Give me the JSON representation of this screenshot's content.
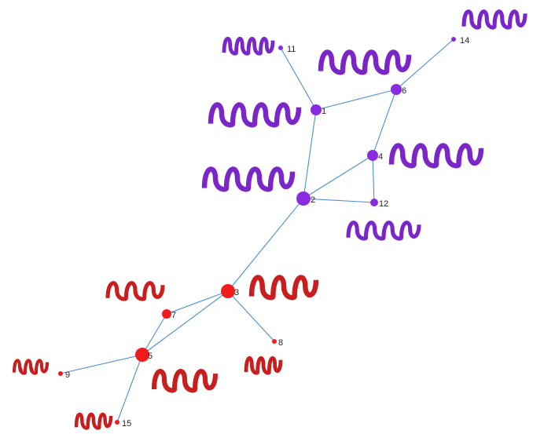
{
  "colors": {
    "edge": "#4a8fd0",
    "purple_node": "#8a2be2",
    "purple_wave": "#7a26c8",
    "red_node": "#ee1c1c",
    "red_wave": "#c81e1e",
    "label": "#222222"
  },
  "nodes": [
    {
      "id": "1",
      "label": "1",
      "group": "purple"
    },
    {
      "id": "2",
      "label": "2",
      "group": "purple"
    },
    {
      "id": "3",
      "label": "3",
      "group": "red"
    },
    {
      "id": "4",
      "label": "4",
      "group": "purple"
    },
    {
      "id": "5",
      "label": "5",
      "group": "red"
    },
    {
      "id": "6",
      "label": "6",
      "group": "purple"
    },
    {
      "id": "7",
      "label": "7",
      "group": "red"
    },
    {
      "id": "8",
      "label": "8",
      "group": "red"
    },
    {
      "id": "9",
      "label": "9",
      "group": "red"
    },
    {
      "id": "11",
      "label": "11",
      "group": "purple"
    },
    {
      "id": "12",
      "label": "12",
      "group": "purple"
    },
    {
      "id": "14",
      "label": "14",
      "group": "purple"
    },
    {
      "id": "15",
      "label": "15",
      "group": "red"
    }
  ],
  "edges": [
    [
      "1",
      "11"
    ],
    [
      "1",
      "6"
    ],
    [
      "1",
      "2"
    ],
    [
      "6",
      "14"
    ],
    [
      "6",
      "4"
    ],
    [
      "4",
      "2"
    ],
    [
      "4",
      "12"
    ],
    [
      "2",
      "12"
    ],
    [
      "2",
      "3"
    ],
    [
      "3",
      "7"
    ],
    [
      "3",
      "5"
    ],
    [
      "3",
      "8"
    ],
    [
      "7",
      "5"
    ],
    [
      "5",
      "9"
    ],
    [
      "5",
      "15"
    ]
  ],
  "wave_glyphs": [
    {
      "node": "14",
      "group": "purple"
    },
    {
      "node": "11",
      "group": "purple"
    },
    {
      "node": "6",
      "group": "purple"
    },
    {
      "node": "1",
      "group": "purple"
    },
    {
      "node": "4",
      "group": "purple"
    },
    {
      "node": "2",
      "group": "purple"
    },
    {
      "node": "12",
      "group": "purple"
    },
    {
      "node": "7",
      "group": "red"
    },
    {
      "node": "3",
      "group": "red"
    },
    {
      "node": "8",
      "group": "red"
    },
    {
      "node": "5",
      "group": "red"
    },
    {
      "node": "9",
      "group": "red"
    },
    {
      "node": "15",
      "group": "red"
    }
  ]
}
